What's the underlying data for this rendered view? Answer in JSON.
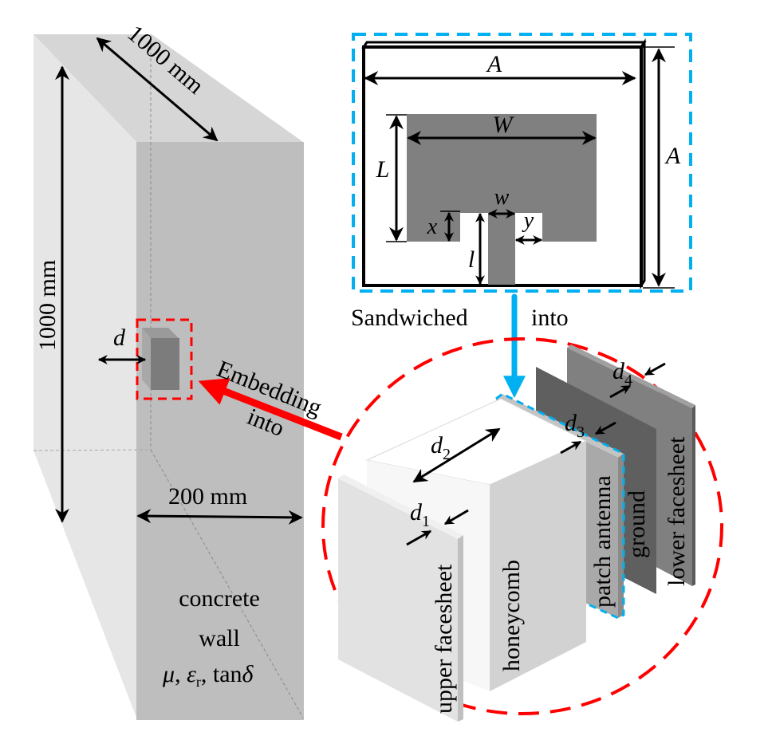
{
  "wall": {
    "depth_label": "1000 mm",
    "height_label": "1000 mm",
    "thickness_label": "200 mm",
    "material_line1": "concrete",
    "material_line2": "wall",
    "params_mu": "μ",
    "params_sep1": ", ",
    "params_eps": "ε",
    "params_eps_sub": "r",
    "params_sep2": ", tan",
    "params_delta": "δ",
    "embed_depth_label": "d",
    "colors": {
      "top": "#d6d6d6",
      "side": "#e6e6e6",
      "front": "#bebebe"
    }
  },
  "embedding": {
    "line1": "Embedding",
    "line2": "into",
    "color": "#ff0000"
  },
  "antenna_top_view": {
    "board_width_label": "A",
    "board_height_label": "A",
    "patch_width_label": "W",
    "patch_length_label": "L",
    "feed_width_label": "w",
    "feed_length_label": "l",
    "inset_depth_label": "x",
    "inset_gap_label": "y",
    "frame_color": "#00b0f0",
    "patch_color": "#808080"
  },
  "sandwich": {
    "label_left": "Sandwiched",
    "label_right": "into",
    "arrow_color": "#00b0f0"
  },
  "layers": {
    "items": [
      {
        "name": "upper facesheet",
        "thickness": "d",
        "sub": "1"
      },
      {
        "name": "honeycomb",
        "thickness": "d",
        "sub": "2"
      },
      {
        "name": "patch antenna",
        "thickness": "d",
        "sub": "3"
      },
      {
        "name": "ground",
        "thickness": "",
        "sub": ""
      },
      {
        "name": "lower facesheet",
        "thickness": "d",
        "sub": "4"
      }
    ]
  }
}
